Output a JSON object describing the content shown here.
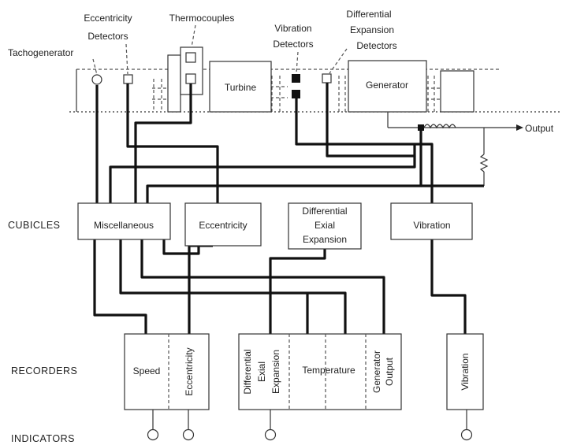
{
  "sensors": {
    "tachogenerator": "Tachogenerator",
    "eccentricity_detectors": [
      "Eccentricity",
      "Detectors"
    ],
    "thermocouples": "Thermocouples",
    "vibration_detectors": [
      "Vibration",
      "Detectors"
    ],
    "differential_expansion_detectors": [
      "Differential",
      "Expansion",
      "Detectors"
    ]
  },
  "machines": {
    "turbine": "Turbine",
    "generator": "Generator",
    "output": "Output"
  },
  "rows": {
    "cubicles": "CUBICLES",
    "recorders": "RECORDERS",
    "indicators": "INDICATORS"
  },
  "cubicles": {
    "miscellaneous": "Miscellaneous",
    "eccentricity": "Eccentricity",
    "differential": [
      "Differential",
      "Exial",
      "Expansion"
    ],
    "vibration": "Vibration"
  },
  "recorders": {
    "speed": "Speed",
    "eccentricity": "Eccentricity",
    "differential": [
      "Differential",
      "Exial",
      "Expansion"
    ],
    "temperature": "Temperature",
    "generator_output": [
      "Generator",
      "Output"
    ],
    "vibration": "Vibration"
  }
}
